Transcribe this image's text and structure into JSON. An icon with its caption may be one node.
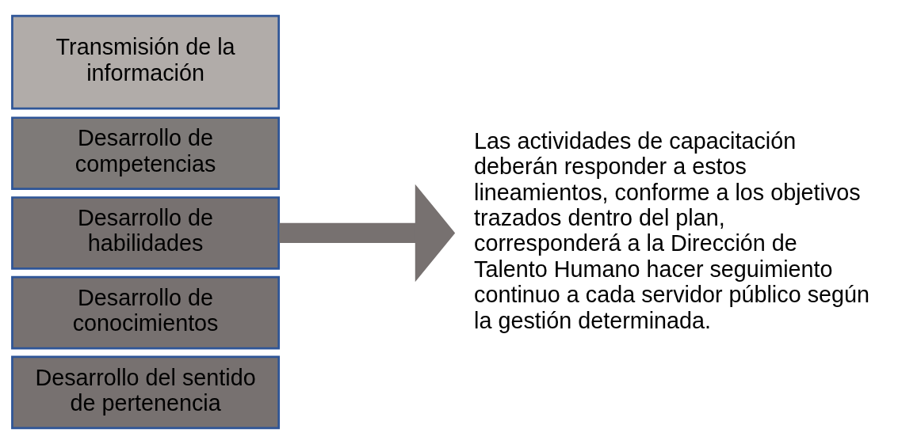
{
  "diagram": {
    "nodes": [
      {
        "text": [
          "Transmisión de la información"
        ]
      },
      {
        "text": [
          "Desarrollo de competencias"
        ]
      },
      {
        "text": [
          "Desarrollo de habilidades"
        ]
      },
      {
        "text": [
          "Desarrollo de conocimientos"
        ]
      },
      {
        "text": [
          "Desarrollo del sentido de pertenencia"
        ]
      },
      {
        "text": [
          "Las actividades de capacitación deberán responder a estos lineamientos, conforme a los objetivos trazados dentro del plan, corresponderá a la Dirección de Talento Humano hacer seguimiento continuo a cada servidor público según la gestión determinada."
        ]
      }
    ],
    "edges": [
      {
        "from": 2,
        "to": 5,
        "arrow": "to"
      }
    ]
  }
}
